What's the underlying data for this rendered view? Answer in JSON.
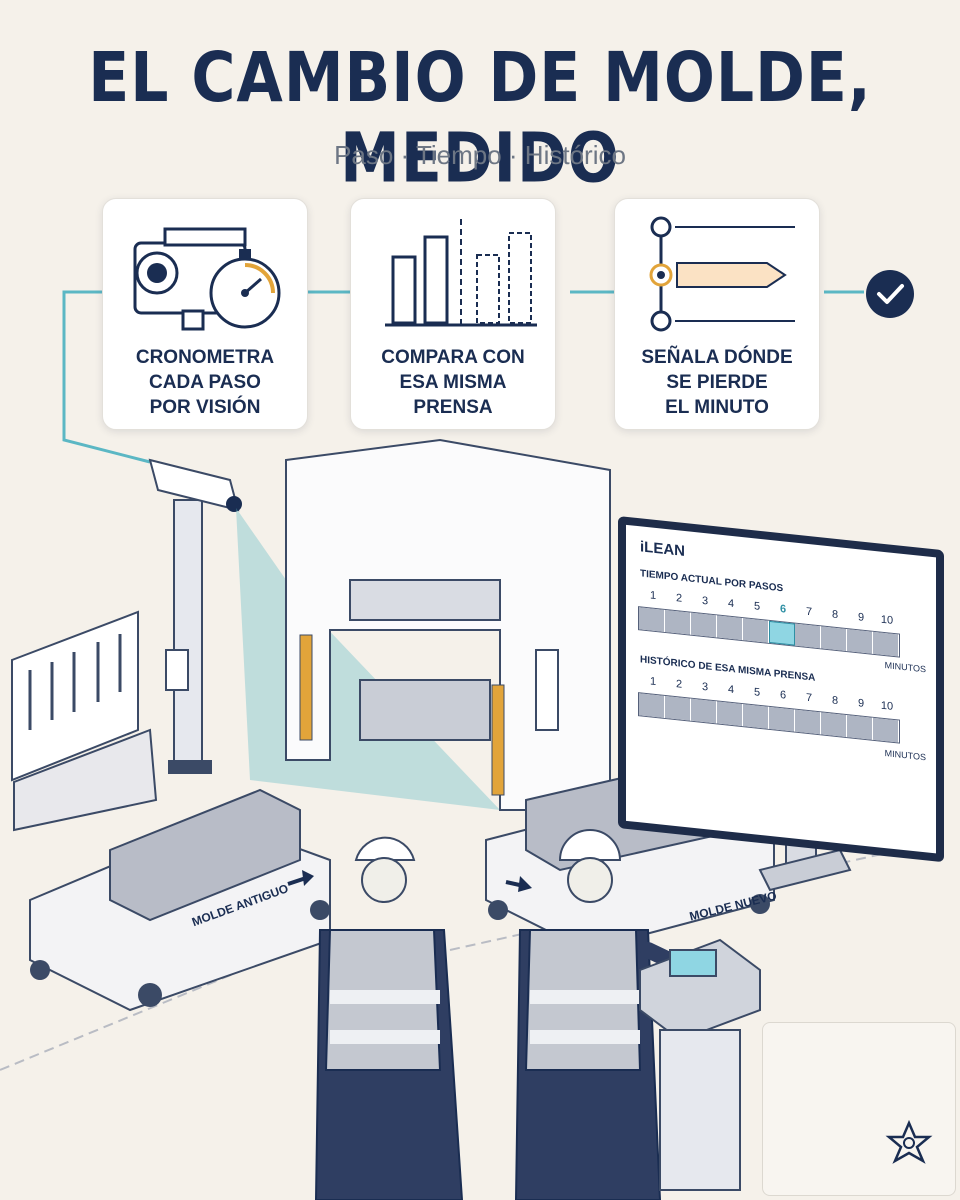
{
  "header": {
    "title": "EL CAMBIO DE MOLDE, MEDIDO",
    "subtitle": "Paso · Tiempo · Histórico"
  },
  "cards": [
    {
      "label_lines": [
        "CRONOMETRA",
        "CADA PASO",
        "POR VISIÓN"
      ],
      "icon": "camera-stopwatch-icon"
    },
    {
      "label_lines": [
        "COMPARA CON",
        "ESA MISMA",
        "PRENSA"
      ],
      "icon": "bar-comparison-icon"
    },
    {
      "label_lines": [
        "SEÑALA DÓNDE",
        "SE PIERDE",
        "EL MINUTO"
      ],
      "icon": "timeline-marker-icon"
    }
  ],
  "screen": {
    "brand": "iLEAN",
    "current_label": "TIEMPO ACTUAL POR PASOS",
    "history_label": "HISTÓRICO DE ESA MISMA PRENSA",
    "steps": [
      "1",
      "2",
      "3",
      "4",
      "5",
      "6",
      "7",
      "8",
      "9",
      "10"
    ],
    "highlighted_step": "6",
    "unit": "MINUTOS"
  },
  "carts": {
    "old_mold": "MOLDE ANTIGUO",
    "new_mold": "MOLDE NUEVO"
  },
  "colors": {
    "navy": "#1a2d52",
    "teal": "#5bb7c4",
    "highlight": "#8fd6e3",
    "amber": "#e2a43a",
    "background": "#f5f1ea"
  }
}
